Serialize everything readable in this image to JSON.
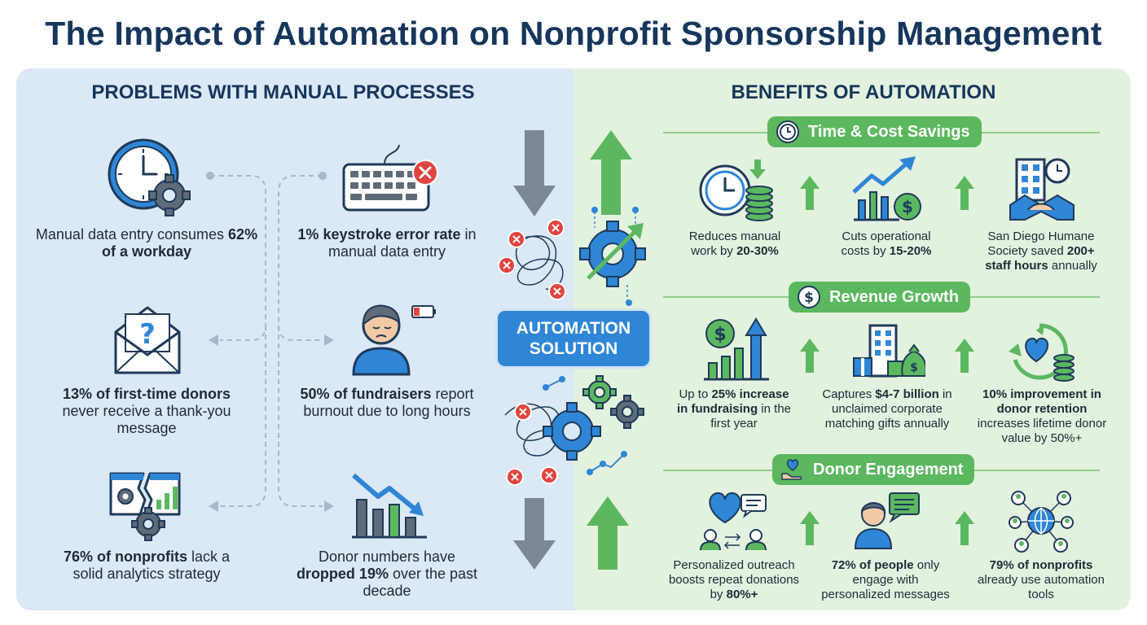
{
  "title": "The Impact of Automation on Nonprofit Sponsorship Management",
  "problems": {
    "heading": "PROBLEMS WITH MANUAL PROCESSES",
    "items": [
      {
        "pre": "Manual data entry consumes ",
        "bold": "62% of a workday",
        "post": "",
        "icon": "clock-gear-icon"
      },
      {
        "pre": "",
        "bold": "1% keystroke error rate",
        "post": " in manual data entry",
        "icon": "keyboard-error-icon"
      },
      {
        "pre": "",
        "bold": "13% of first-time donors",
        "post": " never receive a thank-you message",
        "icon": "envelope-question-icon"
      },
      {
        "pre": "",
        "bold": "50% of fundraisers",
        "post": " report burnout due to long hours",
        "icon": "tired-person-icon"
      },
      {
        "pre": "",
        "bold": "76% of nonprofits",
        "post": " lack a solid analytics strategy",
        "icon": "broken-analytics-icon"
      },
      {
        "pre": "Donor numbers have ",
        "bold": "dropped 19%",
        "post": " over the past decade",
        "icon": "declining-chart-icon"
      }
    ]
  },
  "center": {
    "label_line1": "AUTOMATION",
    "label_line2": "SOLUTION"
  },
  "benefits": {
    "heading": "BENEFITS OF AUTOMATION",
    "groups": [
      {
        "label": "Time & Cost Savings",
        "icon": "clock-icon",
        "items": [
          {
            "pre": "Reduces manual work by ",
            "bold": "20-30%",
            "post": "",
            "icon": "clock-coins-icon"
          },
          {
            "pre": "Cuts operational costs by ",
            "bold": "15-20%",
            "post": "",
            "icon": "growth-chart-dollar-icon"
          },
          {
            "pre": "San Diego Humane Society saved ",
            "bold": "200+ staff hours",
            "post": " annually",
            "icon": "building-handshake-icon"
          }
        ]
      },
      {
        "label": "Revenue Growth",
        "icon": "dollar-icon",
        "items": [
          {
            "pre": "Up to ",
            "bold": "25% increase in fundraising",
            "post": " in the first year",
            "icon": "dollar-bar-chart-icon"
          },
          {
            "pre": "Captures ",
            "bold": "$4-7 billion",
            "post": " in unclaimed corporate matching gifts annually",
            "icon": "building-gifts-icon"
          },
          {
            "pre": "",
            "bold": "10% improvement in donor retention",
            "post": " increases lifetime donor value by 50%+",
            "icon": "heart-cycle-coins-icon"
          }
        ]
      },
      {
        "label": "Donor Engagement",
        "icon": "hand-heart-icon",
        "items": [
          {
            "pre": "Personalized outreach boosts repeat donations by ",
            "bold": "80%+",
            "post": "",
            "icon": "heart-people-chat-icon"
          },
          {
            "pre": "",
            "bold": "72% of people",
            "post": " only engage with personalized messages",
            "icon": "person-chat-icon"
          },
          {
            "pre": "",
            "bold": "79% of nonprofits",
            "post": " already use automation tools",
            "icon": "globe-network-icon"
          }
        ]
      }
    ]
  },
  "colors": {
    "left_panel": "#dbe8f6",
    "right_panel": "#e3f1df",
    "accent_green": "#5cb85f",
    "accent_blue": "#2f86d6",
    "title": "#16365c",
    "error_red": "#e0453f"
  }
}
